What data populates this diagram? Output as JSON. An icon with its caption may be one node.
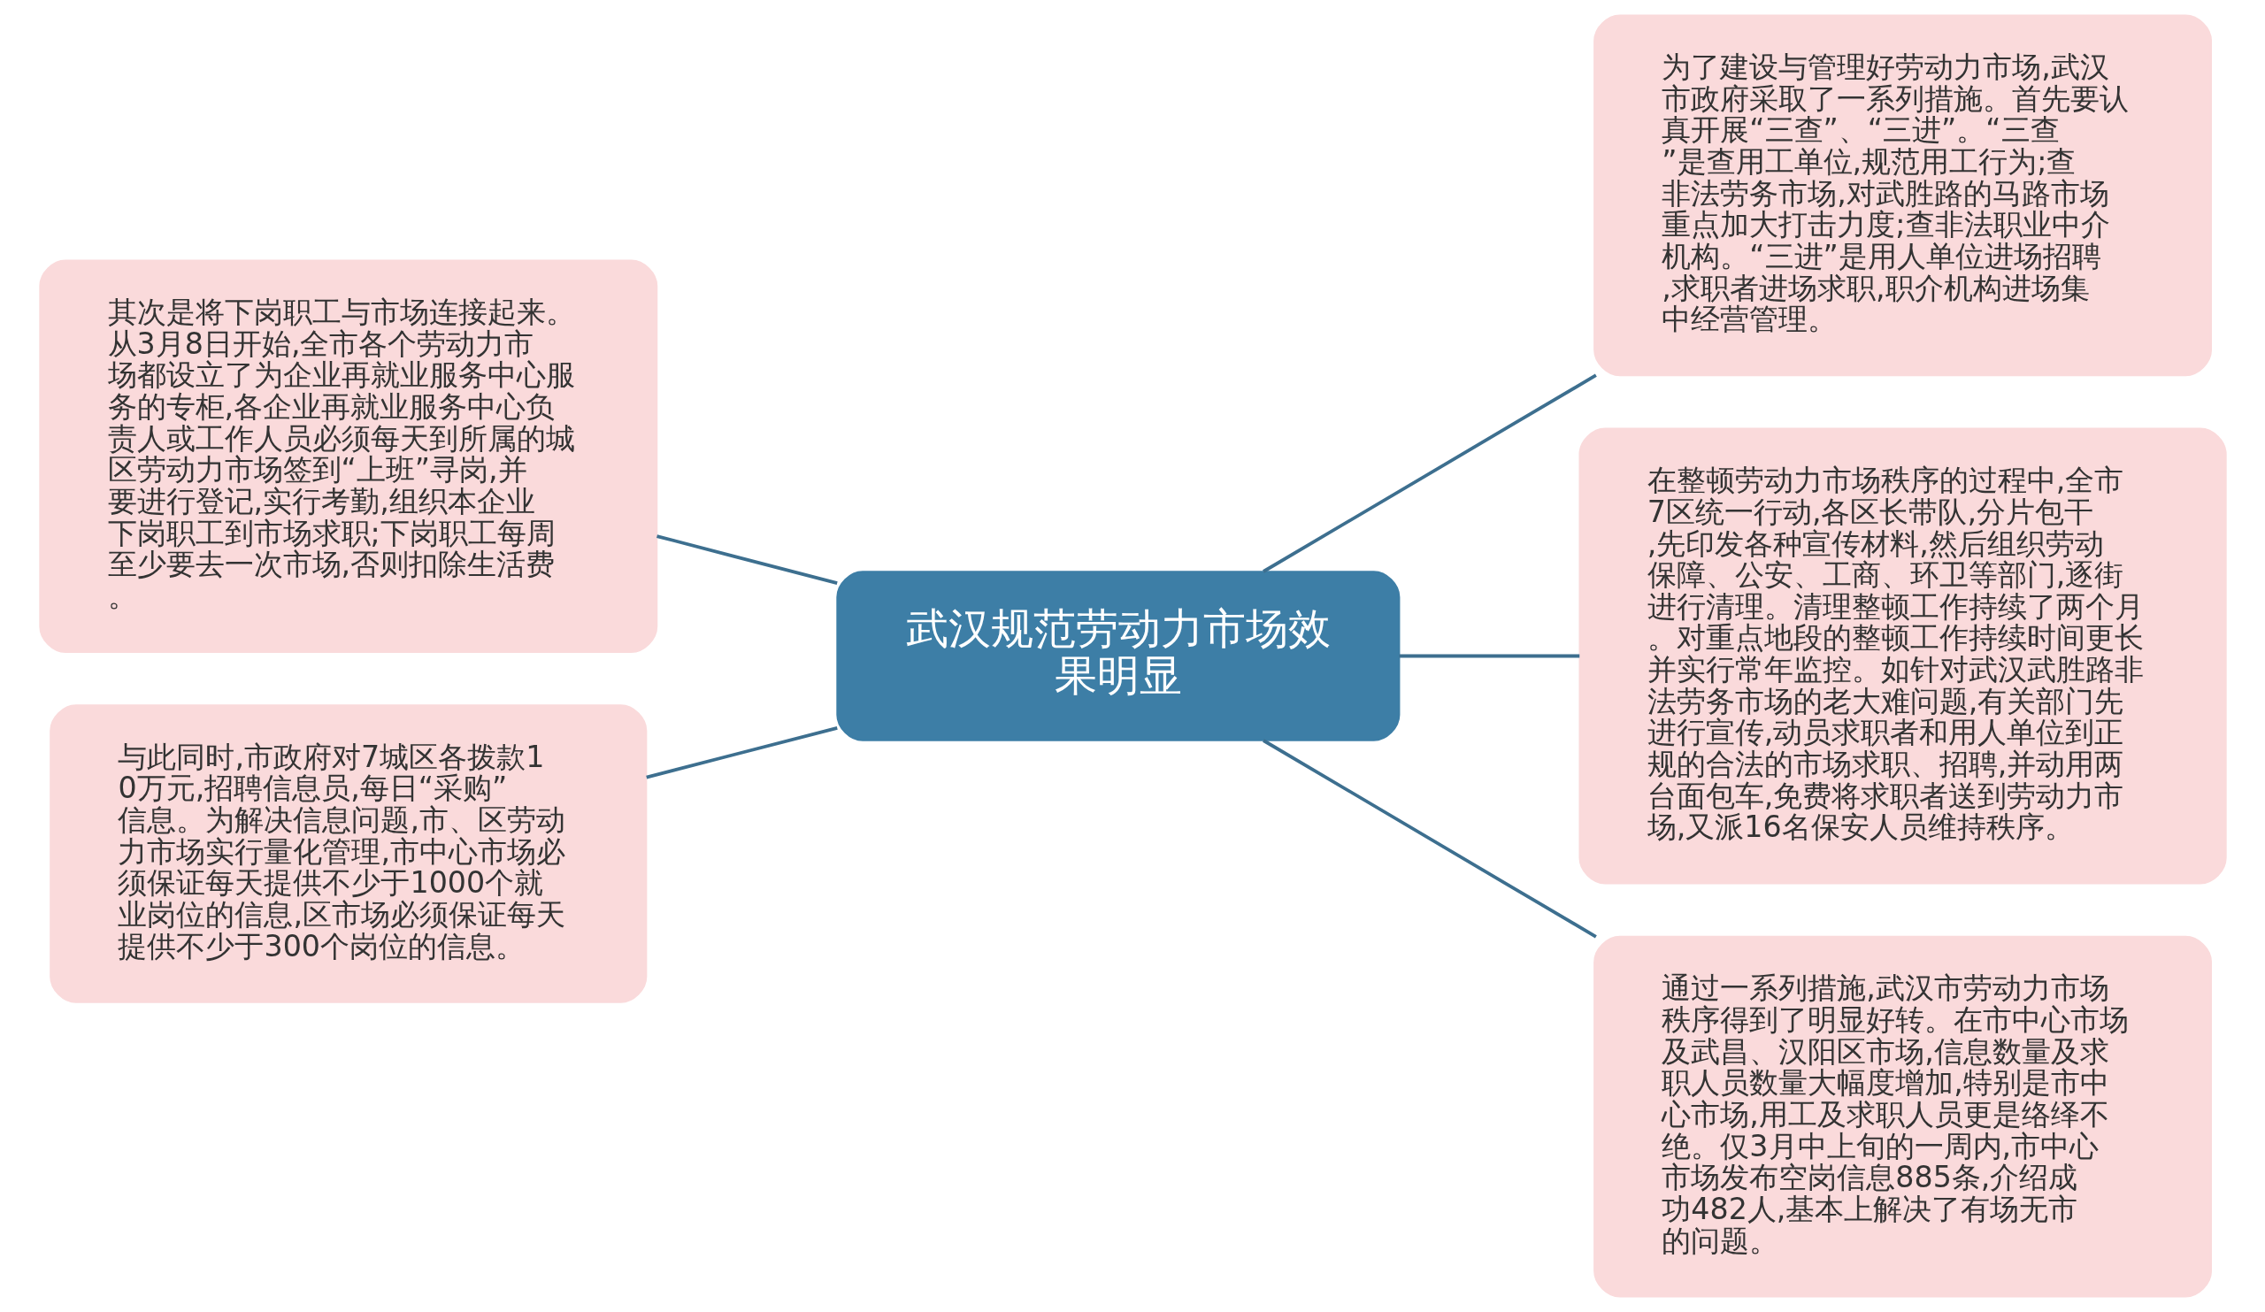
{
  "diagram": {
    "nodes": [
      {
        "text": [
          "武汉规范劳动力市场效果明显"
        ]
      },
      {
        "text": [
          "其次是将下岗职工与市场连接起来。从3月8日开始,全市各个劳动力市场都设立了为企业再就业服务中心服务的专柜,各企业再就业服务中心负责人或工作人员必须每天到所属的城区劳动力市场签到“上班”寻岗,并要进行登记,实行考勤,组织本企业下岗职工到市场求职;下岗职工每周至少要去一次市场,否则扣除生活费。"
        ]
      },
      {
        "text": [
          "与此同时,市政府对7城区各拨款10万元,招聘信息员,每日“采购”信息。为解决信息问题,市、区劳动力市场实行量化管理,市中心市场必须保证每天提供不少于1000个就业岗位的信息,区市场必须保证每天提供不少于300个岗位的信息。"
        ]
      },
      {
        "text": [
          "为了建设与管理好劳动力市场,武汉市政府采取了一系列措施。首先要认真开展“三查”、“三进”。“三查”是查用工单位,规范用工行为;查非法劳务市场,对武胜路的马路市场重点加大打击力度;查非法职业中介机构。“三进”是用人单位进场招聘,求职者进场求职,职介机构进场集中经营管理。"
        ]
      },
      {
        "text": [
          "在整顿劳动力市场秩序的过程中,全市7区统一行动,各区长带队,分片包干,先印发各种宣传材料,然后组织劳动保障、公安、工商、环卫等部门,逐街进行清理。清理整顿工作持续了两个月。对重点地段的整顿工作持续时间更长并实行常年监控。如针对武汉武胜路非法劳务市场的老大难问题,有关部门先进行宣传,动员求职者和用人单位到正规的合法的市场求职、招聘,并动用两台面包车,免费将求职者送到劳动力市场,又派16名保安人员维持秩序。"
        ]
      },
      {
        "text": [
          "通过一系列措施,武汉市劳动力市场秩序得到了明显好转。在市中心市场及武昌、汉阳区市场,信息数量及求职人员数量大幅度增加,特别是市中心市场,用工及求职人员更是络绎不绝。仅3月中上旬的一周内,市中心市场发布空岗信息885条,介绍成功482人,基本上解决了有场无市的问题。"
        ]
      }
    ],
    "edges": [
      {
        "from": 0,
        "to": 3,
        "arrow": "none"
      },
      {
        "from": 0,
        "to": 1,
        "arrow": "none"
      },
      {
        "from": 0,
        "to": 4,
        "arrow": "none"
      },
      {
        "from": 0,
        "to": 2,
        "arrow": "none"
      },
      {
        "from": 0,
        "to": 5,
        "arrow": "none"
      }
    ]
  }
}
